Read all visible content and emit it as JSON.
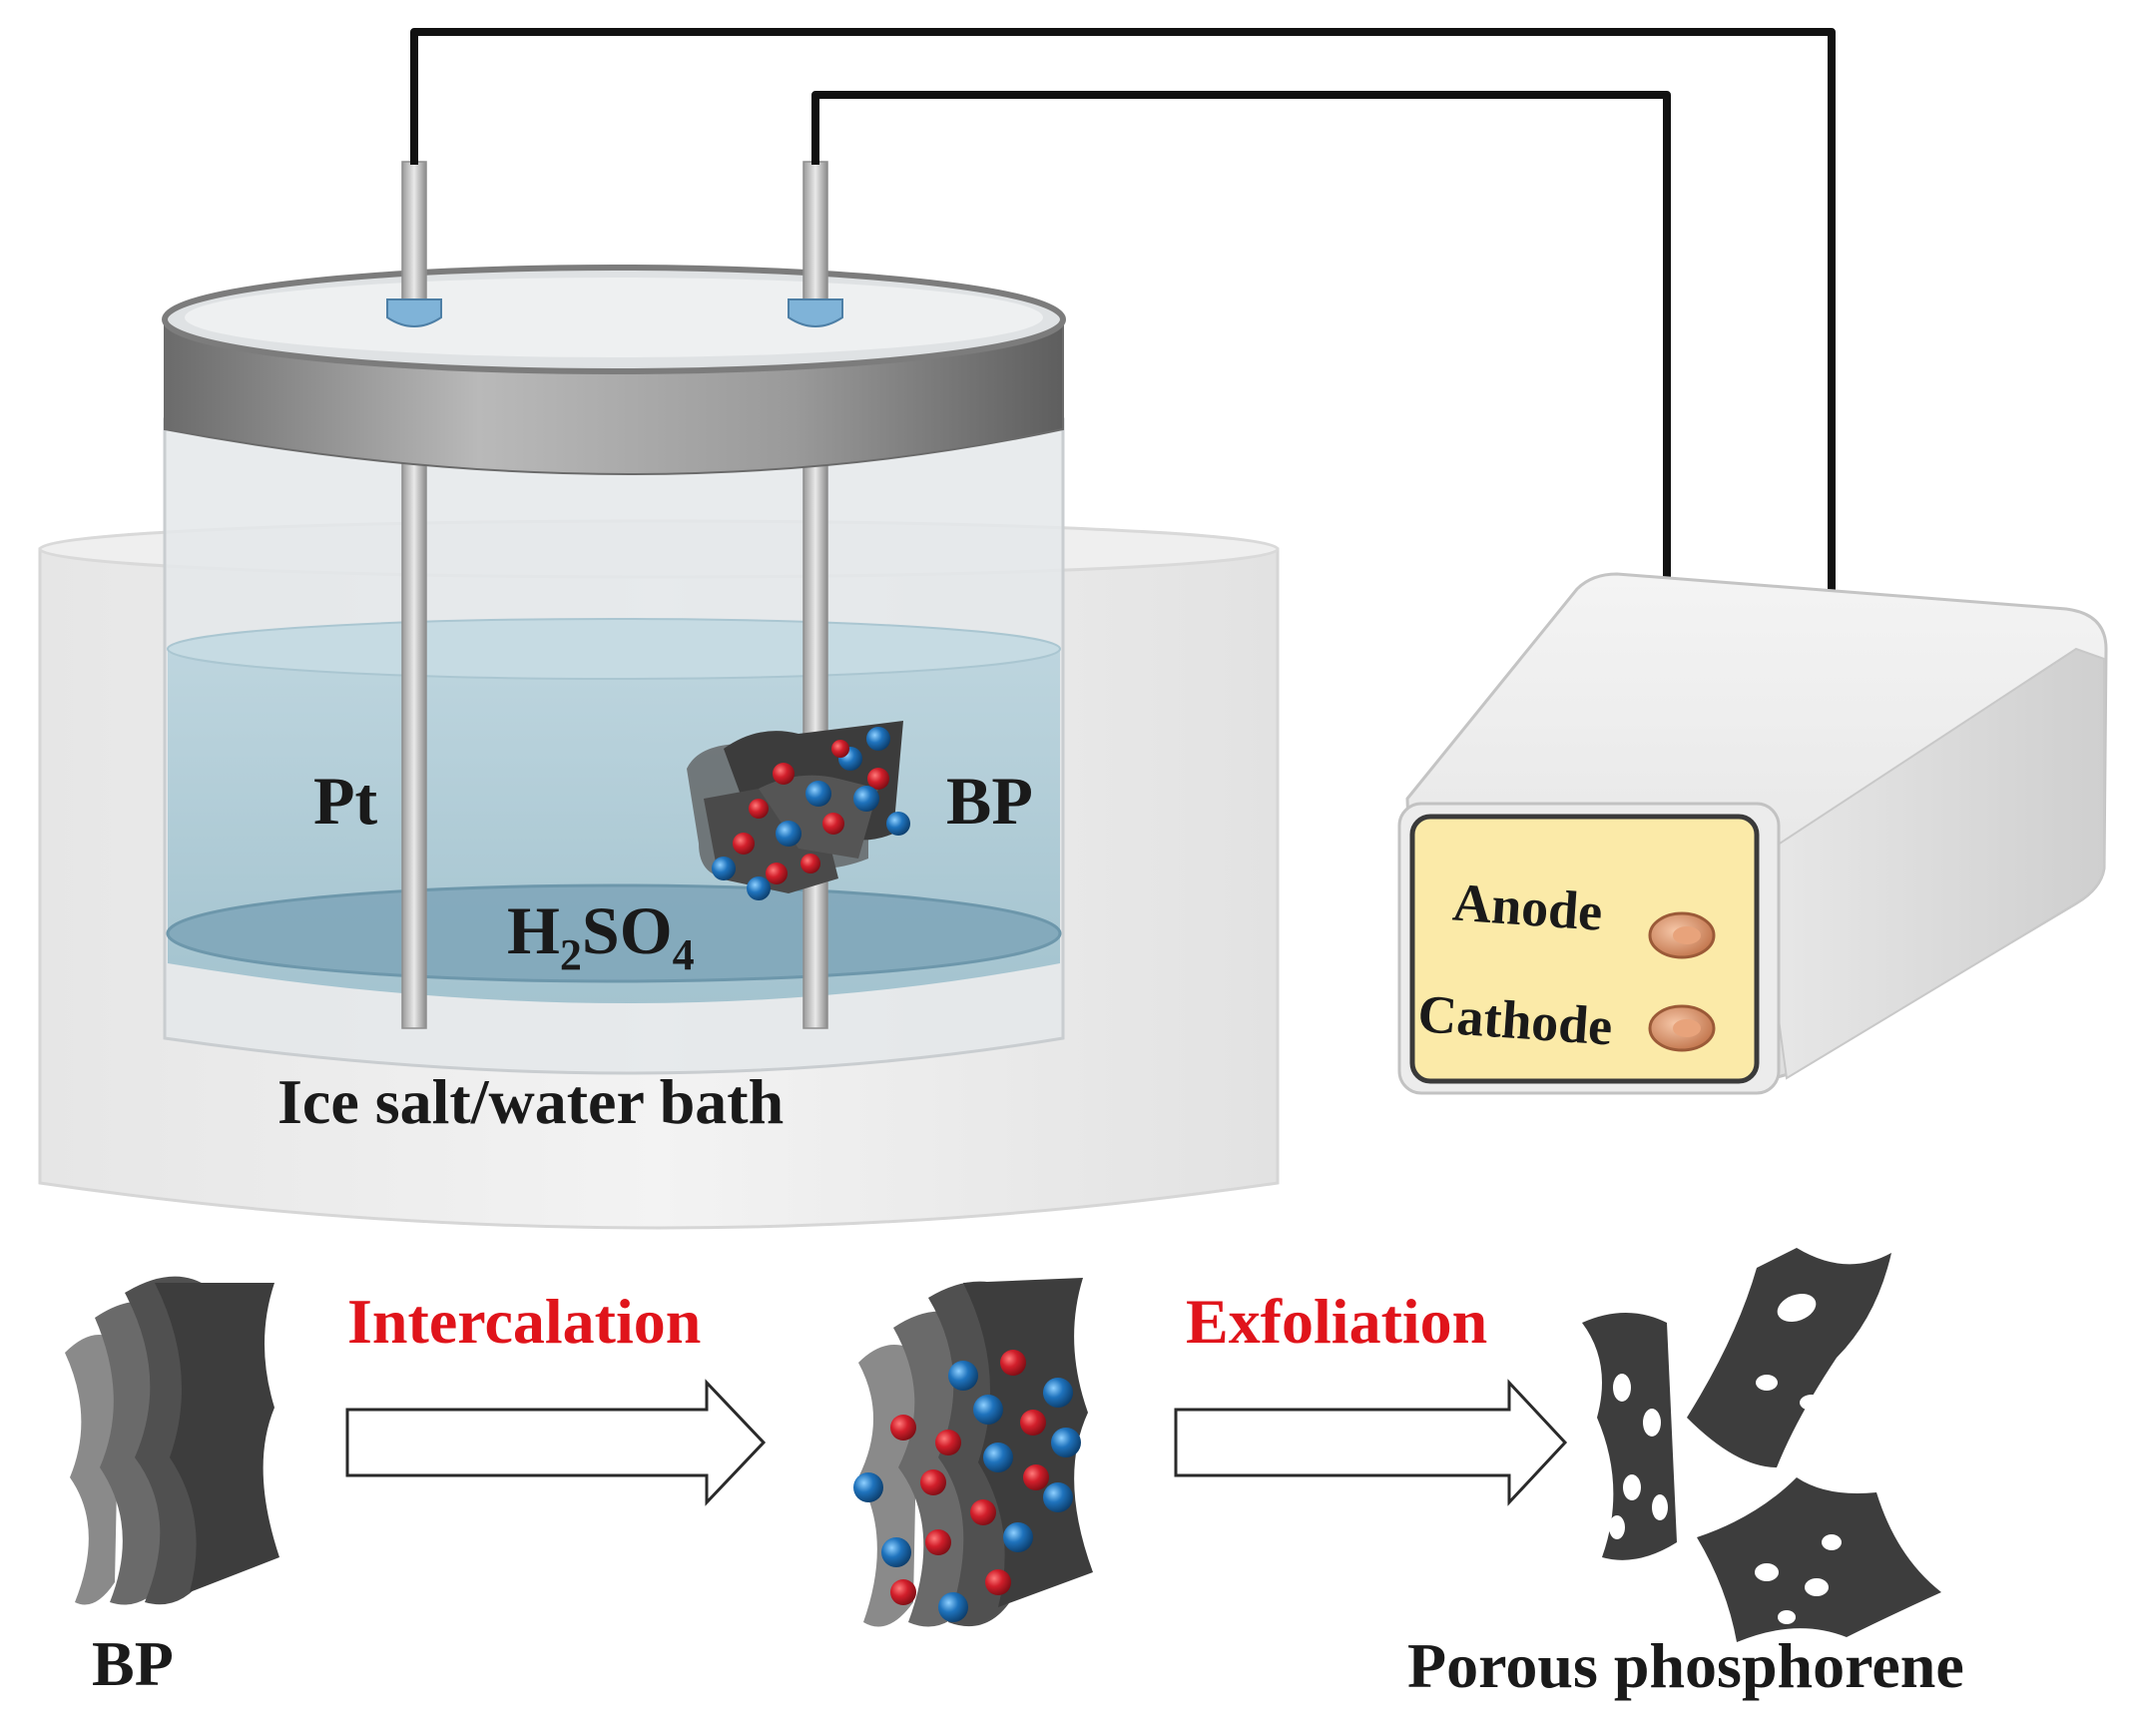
{
  "labels": {
    "pt": "Pt",
    "bp_electrode": "BP",
    "electrolyte_main": "H",
    "electrolyte_sub2": "2",
    "electrolyte_mid": "SO",
    "electrolyte_sub4": "4",
    "bath": "Ice salt/water bath",
    "anode": "Anode",
    "cathode": "Cathode",
    "step1": "Intercalation",
    "step2": "Exfoliation",
    "bp_start": "BP",
    "product": "Porous phosphorene"
  },
  "colors": {
    "sheet_dark": "#3b3b3b",
    "ion_red": "#cc1f2b",
    "ion_blue": "#1f6fb3",
    "label_red": "#e0141b",
    "battery_face": "#fbeaa8",
    "electrolyte": "#a9c8d4"
  }
}
